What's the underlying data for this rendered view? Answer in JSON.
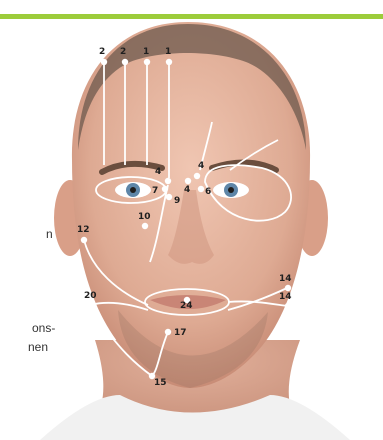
{
  "colors": {
    "accent_bar": "#9ccc3b",
    "skin": "#e7b7a2",
    "marker": "#ffffff",
    "label": "#1f1f1f"
  },
  "points": [
    {
      "id": "p2a",
      "label": "2"
    },
    {
      "id": "p2b",
      "label": "2"
    },
    {
      "id": "p1a",
      "label": "1"
    },
    {
      "id": "p1b",
      "label": "1"
    },
    {
      "id": "p4a",
      "label": "4"
    },
    {
      "id": "p4b",
      "label": "4"
    },
    {
      "id": "p4c",
      "label": "4"
    },
    {
      "id": "p7",
      "label": "7"
    },
    {
      "id": "p9",
      "label": "9"
    },
    {
      "id": "p6",
      "label": "6"
    },
    {
      "id": "p10",
      "label": "10"
    },
    {
      "id": "p12",
      "label": "12"
    },
    {
      "id": "p14a",
      "label": "14"
    },
    {
      "id": "p14b",
      "label": "14"
    },
    {
      "id": "p20",
      "label": "20"
    },
    {
      "id": "p24",
      "label": "24"
    },
    {
      "id": "p17",
      "label": "17"
    },
    {
      "id": "p15",
      "label": "15"
    }
  ],
  "side_text": {
    "line_n": "n",
    "line_ons": "ons-",
    "line_nen": "nen"
  }
}
